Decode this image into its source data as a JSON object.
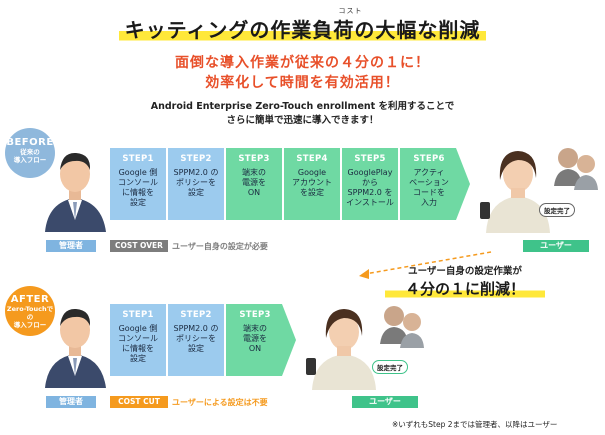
{
  "header": {
    "ruby": "コスト",
    "title": "キッティングの作業負荷の大幅な削減",
    "subtitle_line1": "面倒な導入作業が従来の４分の１に！",
    "subtitle_line2": "効率化して時間を有効活用！",
    "desc_line1": "Android Enterprise Zero-Touch enrollment を利用することで",
    "desc_line2": "さらに簡単で迅速に導入できます！"
  },
  "before": {
    "badge_title": "BEFORE",
    "badge_sub1": "従来の",
    "badge_sub2": "導入フロー",
    "admin_label": "管理者",
    "cost_tag": "COST OVER",
    "cost_note": "ユーザー自身の設定が必要",
    "user_label": "ユーザー",
    "bubble": "設定完了",
    "steps": [
      {
        "title": "STEP1",
        "desc": "Google 側\nコンソール\nに情報を\n設定"
      },
      {
        "title": "STEP2",
        "desc": "SPPM2.0 の\nポリシーを\n設定"
      },
      {
        "title": "STEP3",
        "desc": "端末の\n電源を\nON"
      },
      {
        "title": "STEP4",
        "desc": "Google\nアカウント\nを設定"
      },
      {
        "title": "STEP5",
        "desc": "GooglePlay\nから\nSPPM2.0 を\nインストール"
      },
      {
        "title": "STEP6",
        "desc": "アクティ\nベーション\nコードを\n入力"
      }
    ]
  },
  "callout": {
    "line1": "ユーザー自身の設定作業が",
    "line2": "４分の１に削減！"
  },
  "after": {
    "badge_title": "AFTER",
    "badge_sub1": "Zero-Touchでの",
    "badge_sub2": "導入フロー",
    "admin_label": "管理者",
    "cost_tag": "COST CUT",
    "cost_note": "ユーザーによる設定は不要",
    "user_label": "ユーザー",
    "bubble": "設定完了",
    "steps": [
      {
        "title": "STEP1",
        "desc": "Google 側\nコンソール\nに情報を\n設定"
      },
      {
        "title": "STEP2",
        "desc": "SPPM2.0 の\nポリシーを\n設定"
      },
      {
        "title": "STEP3",
        "desc": "端末の\n電源を\nON"
      }
    ]
  },
  "footnote": "※いずれもStep 2までは管理者、以降はユーザー",
  "colors": {
    "admin_blue": "#7fb4e0",
    "step_blue": "#9ccbee",
    "user_green": "#3fc38a",
    "step_green": "#6fd9a3",
    "orange": "#f59a1e",
    "gray": "#7d7d7d"
  },
  "icons": [
    "admin-person-icon",
    "user-person-icon",
    "device-phone-icon",
    "dashed-arrow-icon"
  ]
}
